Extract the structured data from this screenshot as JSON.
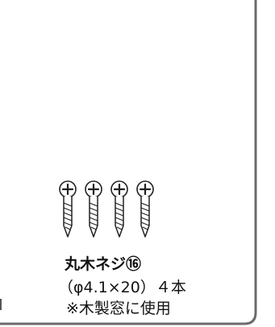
{
  "part": {
    "name": "丸木ネジ⑯",
    "size": "（φ4.1×20）４本",
    "note": "※木製窓に使用",
    "quantity": 4,
    "illustration_icon": "wood-screw-icon"
  },
  "colors": {
    "border": "#6b6b6b",
    "text": "#111111"
  }
}
